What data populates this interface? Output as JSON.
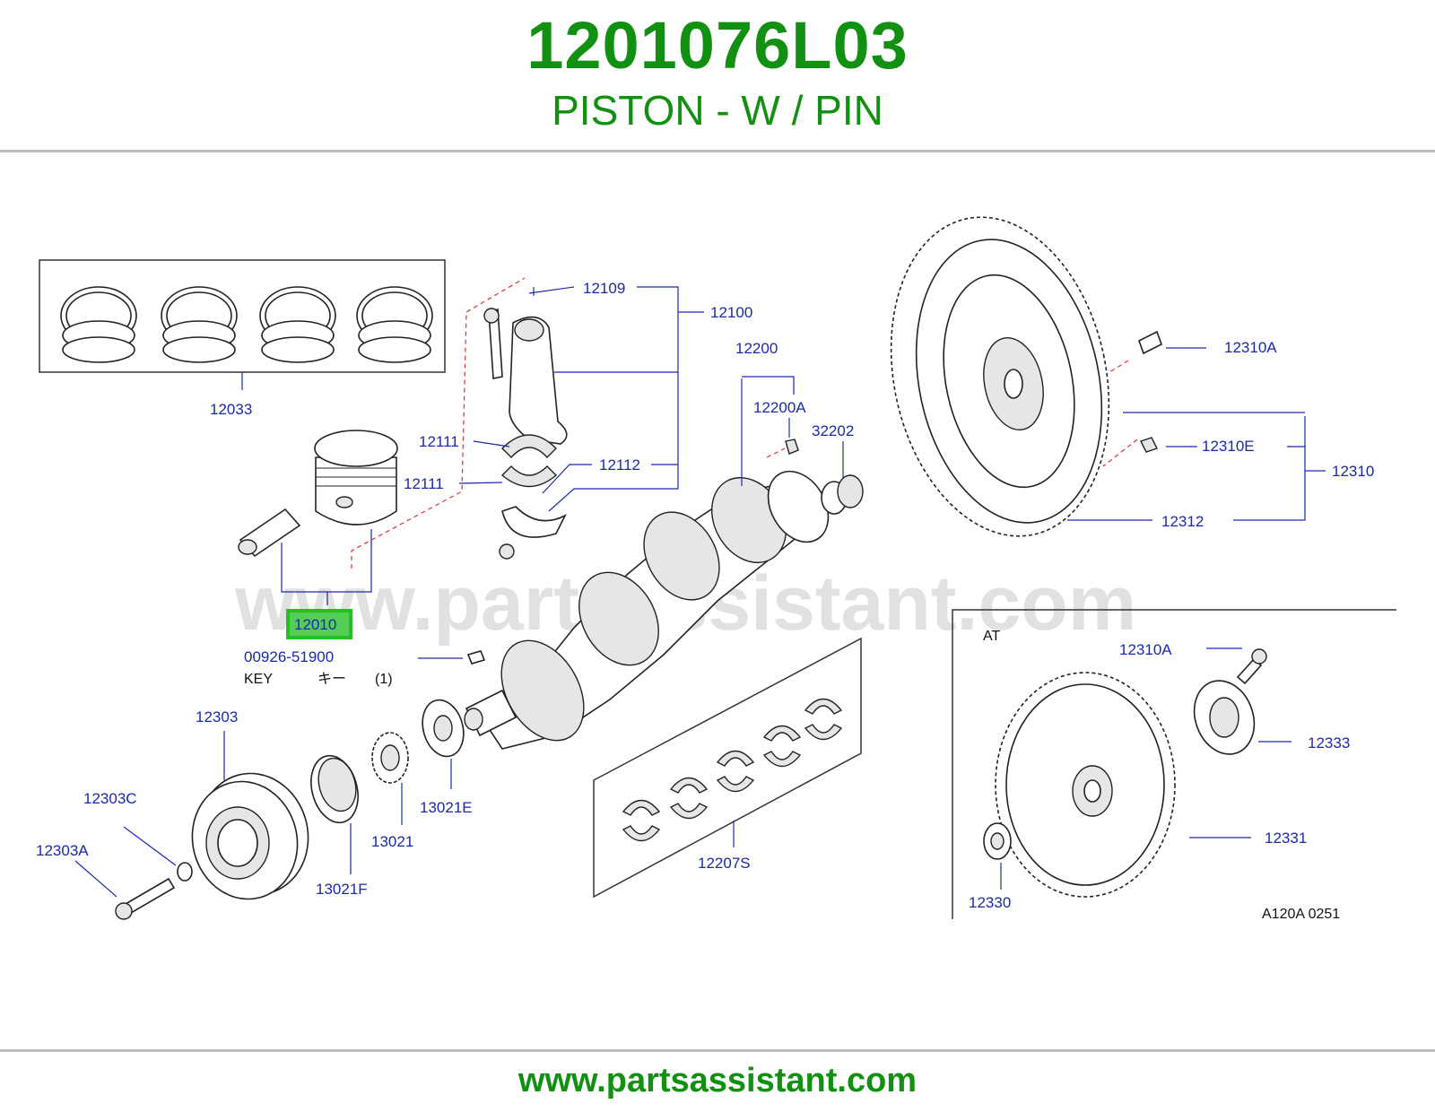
{
  "header": {
    "part_number": "1201076L03",
    "part_name": "PISTON - W / PIN"
  },
  "footer": {
    "url": "www.partsassistant.com"
  },
  "watermark": "www.partsassistant.com",
  "highlight": {
    "color": "#22c022",
    "label": "12010"
  },
  "callouts": {
    "c12033": "12033",
    "c12109": "12109",
    "c12100": "12100",
    "c12111a": "12111",
    "c12111b": "12111",
    "c12112": "12112",
    "c12200": "12200",
    "c12200A": "12200A",
    "c32202": "32202",
    "c12310A": "12310A",
    "c12310E": "12310E",
    "c12310": "12310",
    "c12312": "12312",
    "c12010": "12010",
    "c00926": "00926-51900",
    "key_en": "KEY",
    "key_jp": "キー",
    "key_qty": "(1)",
    "c12303": "12303",
    "c12303C": "12303C",
    "c12303A": "12303A",
    "c13021F": "13021F",
    "c13021": "13021",
    "c13021E": "13021E",
    "c12207S": "12207S",
    "at_label": "AT",
    "c12310A_at": "12310A",
    "c12333": "12333",
    "c12331": "12331",
    "c12330": "12330",
    "ref": "A120A   0251"
  }
}
